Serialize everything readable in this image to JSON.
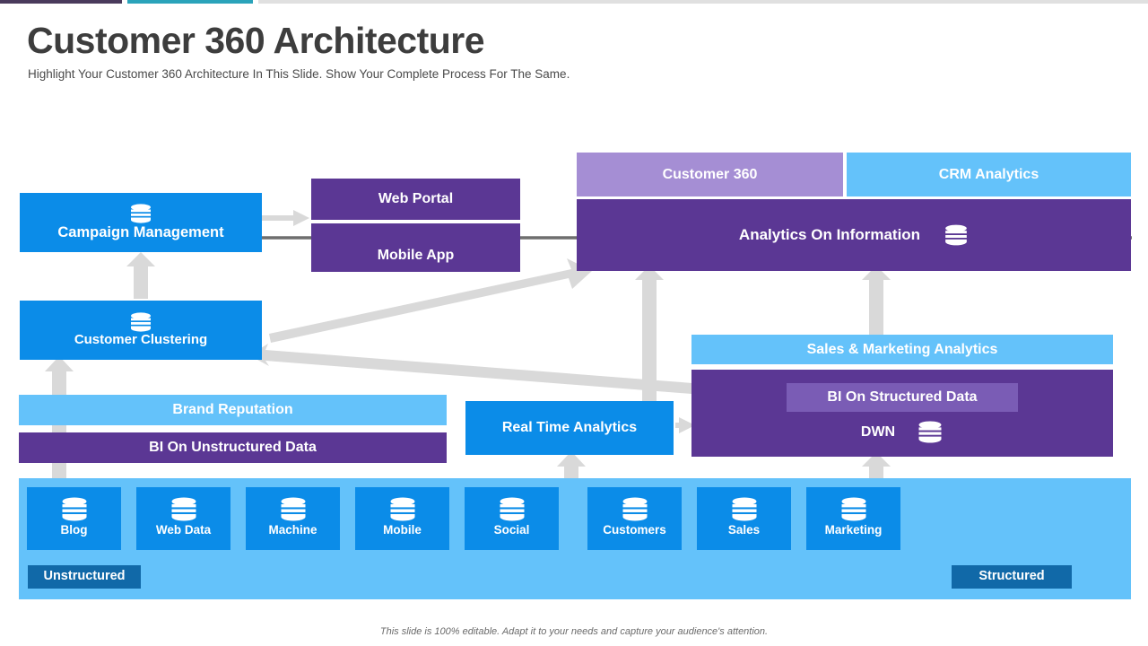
{
  "accents": {
    "purple": "#4a3a5c",
    "teal": "#2aa3ba",
    "gray": "#e0e0e0"
  },
  "header": {
    "title": "Customer 360 Architecture",
    "subtitle": "Highlight Your Customer 360 Architecture In This Slide. Show Your Complete Process For The Same."
  },
  "colors": {
    "blue": "#0b8ce8",
    "light_blue": "#64c2fa",
    "dark_purple": "#5b3794",
    "mid_purple": "#7a5cb5",
    "light_purple": "#a58ed4",
    "deep_blue": "#1169a8",
    "arrow_gray": "#d9d9d9",
    "line_gray": "#6e6e6e"
  },
  "nodes": {
    "campaign_management": "Campaign Management",
    "customer_clustering": "Customer Clustering",
    "web_portal": "Web Portal",
    "mobile_app": "Mobile App",
    "customer_360": "Customer 360",
    "crm_analytics": "CRM Analytics",
    "analytics_on_information": "Analytics On Information",
    "sales_marketing_analytics": "Sales & Marketing Analytics",
    "bi_on_structured_data": "BI On Structured Data",
    "dwn": "DWN",
    "brand_reputation": "Brand Reputation",
    "bi_on_unstructured_data": "BI On Unstructured Data",
    "real_time_analytics": "Real Time Analytics"
  },
  "sources": {
    "unstructured_label": "Unstructured",
    "structured_label": "Structured",
    "unstructured": [
      {
        "label": "Blog",
        "icon": "database-icon"
      },
      {
        "label": "Web Data",
        "icon": "database-icon"
      },
      {
        "label": "Machine",
        "icon": "database-icon"
      },
      {
        "label": "Mobile",
        "icon": "database-icon"
      },
      {
        "label": "Social",
        "icon": "database-icon"
      }
    ],
    "structured": [
      {
        "label": "Customers",
        "icon": "database-icon"
      },
      {
        "label": "Sales",
        "icon": "database-icon"
      },
      {
        "label": "Marketing",
        "icon": "database-icon"
      }
    ]
  },
  "footer": {
    "note": "This slide is 100% editable. Adapt it to your needs and capture your audience's attention."
  }
}
